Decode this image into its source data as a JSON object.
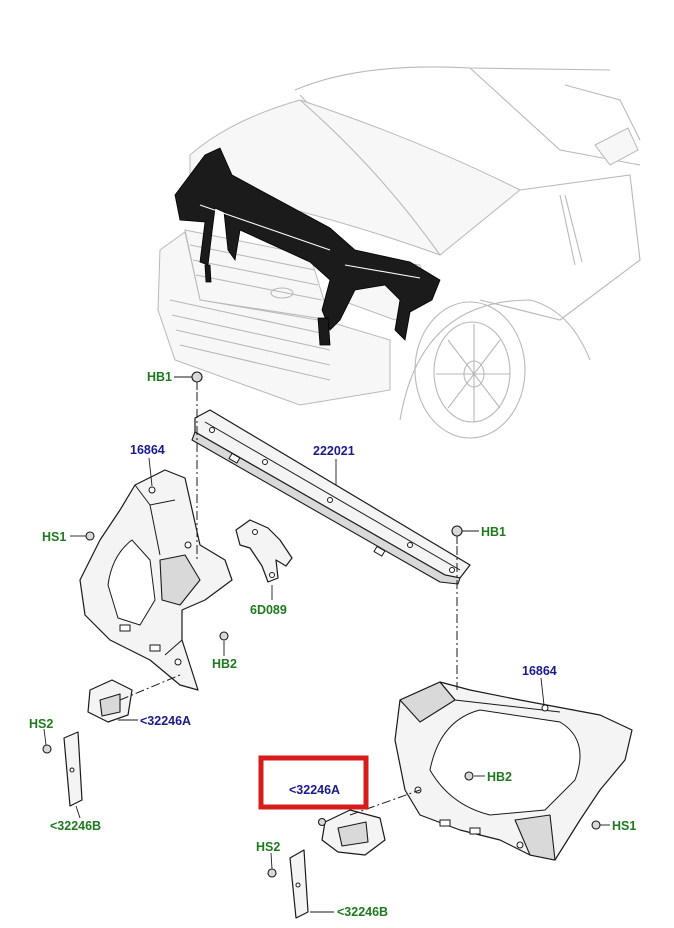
{
  "callouts": {
    "hb1_top": "HB1",
    "crossmember_number": "222021",
    "bracket_left_number": "16864",
    "hs1_left": "HS1",
    "hb1_right": "HB1",
    "bracket_6d089": "6D089",
    "hb2_left": "HB2",
    "hs2_left": "HS2",
    "ref_32246a_left": "<32246A",
    "ref_32246b_left": "<32246B",
    "bracket_right_number": "16864",
    "hb2_right": "HB2",
    "ref_32246a_highlighted": "<32246A",
    "hs1_right": "HS1",
    "hs2_right": "HS2",
    "ref_32246b_right": "<32246B"
  },
  "colors": {
    "new_part_callout": "#1f7a1f",
    "existing_part_callout": "#1a1a8c",
    "highlight_box": "#d81b1b"
  }
}
